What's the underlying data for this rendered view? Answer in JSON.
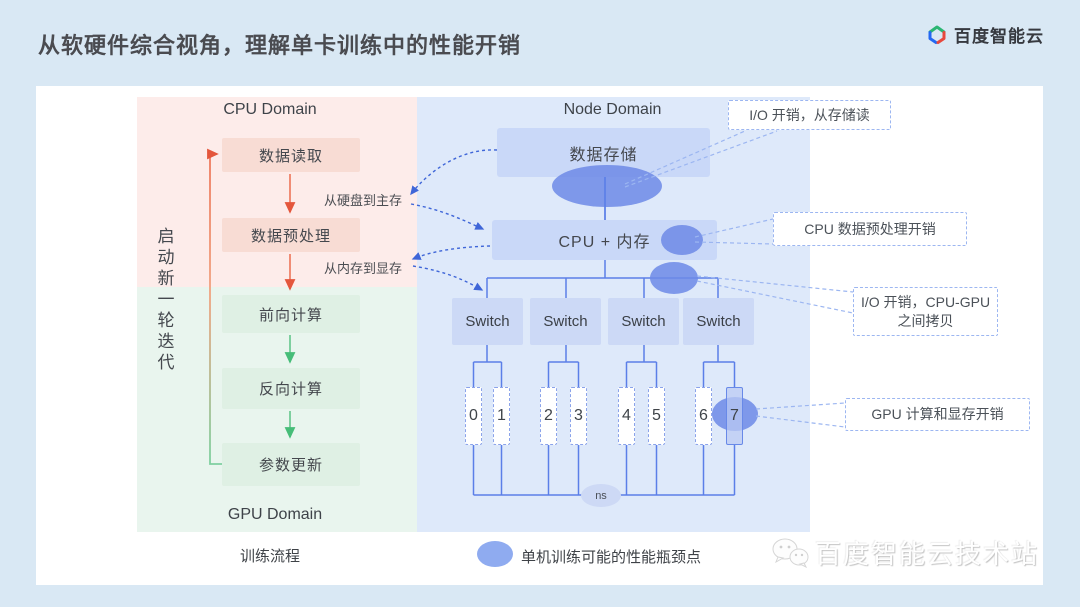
{
  "title": "从软硬件综合视角，理解单卡训练中的性能开销",
  "logo": {
    "text": "百度智能云"
  },
  "cpu_domain": {
    "header": "CPU Domain",
    "boxes": [
      "数据读取",
      "数据预处理"
    ],
    "transfer_labels": [
      "从硬盘到主存",
      "从内存到显存"
    ]
  },
  "gpu_domain": {
    "header": "GPU Domain",
    "boxes": [
      "前向计算",
      "反向计算",
      "参数更新"
    ]
  },
  "loop_label": "启\n动\n新\n一\n轮\n迭\n代",
  "node_domain": {
    "header": "Node Domain",
    "storage": "数据存储",
    "cpu_mem": "CPU + 内存",
    "switches": [
      "Switch",
      "Switch",
      "Switch",
      "Switch"
    ],
    "gpus": [
      "0",
      "1",
      "2",
      "3",
      "4",
      "5",
      "6",
      "7"
    ],
    "ns": "ns"
  },
  "callouts": [
    "I/O 开销，从存储读",
    "CPU 数据预处理开销",
    "I/O 开销，CPU-GPU 之间拷贝",
    "GPU 计算和显存开销"
  ],
  "legend": {
    "flow": "训练流程",
    "bottleneck": "单机训练可能的性能瓶颈点"
  },
  "watermark": "百度智能云技术站",
  "colors": {
    "page_bg": "#d9e8f4",
    "cpu_panel": "#fdecea",
    "gpu_panel": "#e9f5ee",
    "node_panel": "#dee9fa",
    "bottleneck_ellipse": "#6d8ae6",
    "flow_arrow_red": "#ee7a5e",
    "flow_arrow_green": "#46bd78",
    "node_line_blue": "#5b7fe8"
  }
}
